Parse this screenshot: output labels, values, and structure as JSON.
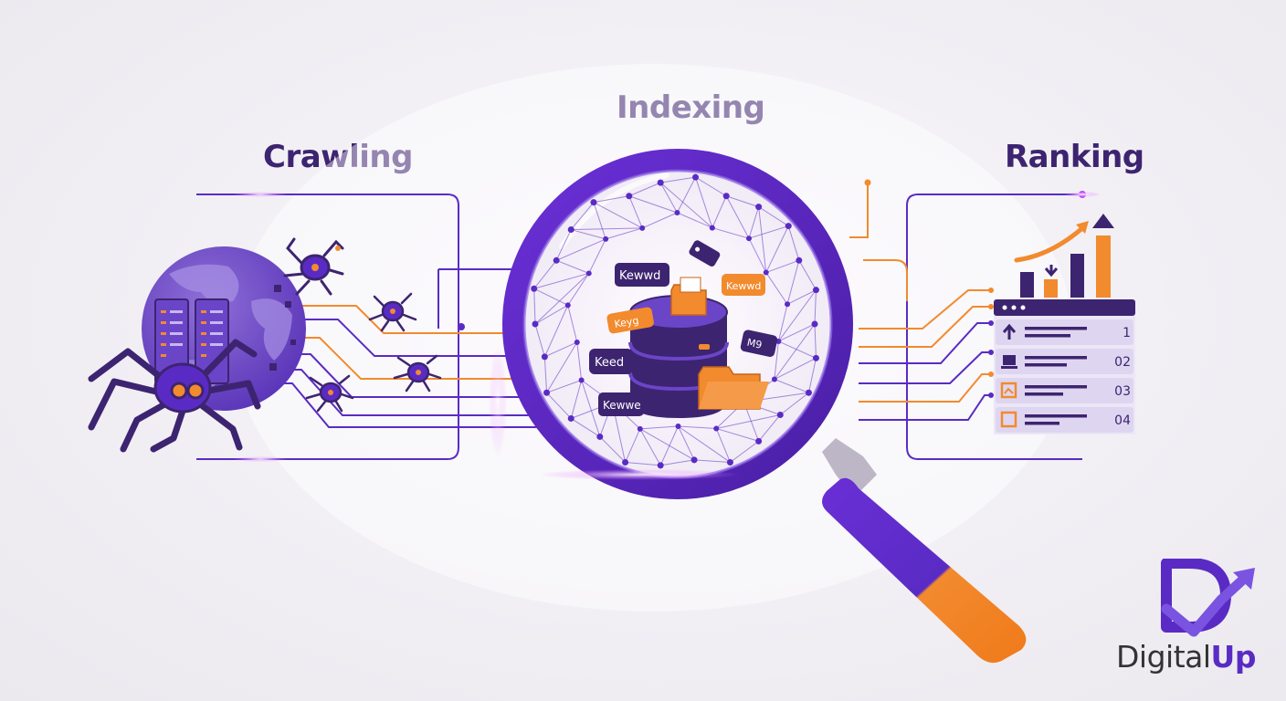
{
  "stages": {
    "crawling": "Crawling",
    "indexing": "Indexing",
    "ranking": "Ranking"
  },
  "index_tags": [
    "Kewwd",
    "Kewwd",
    "Keyg",
    "Keed",
    "M9",
    "Kewwe"
  ],
  "rank_list": [
    {
      "number": "1",
      "icon": "arrow-up-icon"
    },
    {
      "number": "02",
      "icon": "laptop-icon"
    },
    {
      "number": "03",
      "icon": "image-icon"
    },
    {
      "number": "04",
      "icon": "square-icon"
    }
  ],
  "brand": {
    "name_part1": "Digital",
    "name_part2": "Up"
  },
  "colors": {
    "purple": "#5a2bc4",
    "dark_purple": "#3d2470",
    "orange": "#f28a2e",
    "lavender": "#ded6f0"
  }
}
